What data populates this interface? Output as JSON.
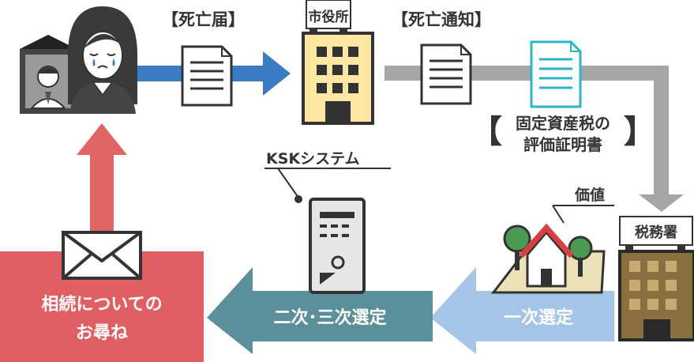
{
  "labels": {
    "death_notice": "【死亡届】",
    "city_hall": "市役所",
    "death_notification": "【死亡通知】",
    "eval_cert_line1": "固定資産税の",
    "eval_cert_line2": "評価証明書",
    "bracket_open": "【",
    "bracket_close": "】",
    "ksk_system": "KSKシステム",
    "value": "価値",
    "tax_office": "税務署",
    "inquiry_line1": "相続についての",
    "inquiry_line2": "お尋ね",
    "secondary_selection": "二次･三次選定",
    "primary_selection": "一次選定"
  },
  "colors": {
    "blue_arrow": "#3b7dc4",
    "gray_arrow": "#a6a6a6",
    "light_blue_arrow": "#a4c4e8",
    "teal_arrow": "#5b8f9a",
    "red_arrow": "#e06666",
    "red_box": "#e05f63",
    "building_dark": "#4a4a4a",
    "building_window": "#fbe6a2",
    "cert_teal": "#2bb6c7"
  },
  "icons": [
    "grieving-woman-icon",
    "memorial-portrait-icon",
    "document-icon",
    "city-hall-building-icon",
    "tax-office-building-icon",
    "server-icon",
    "house-icon",
    "envelope-icon"
  ]
}
